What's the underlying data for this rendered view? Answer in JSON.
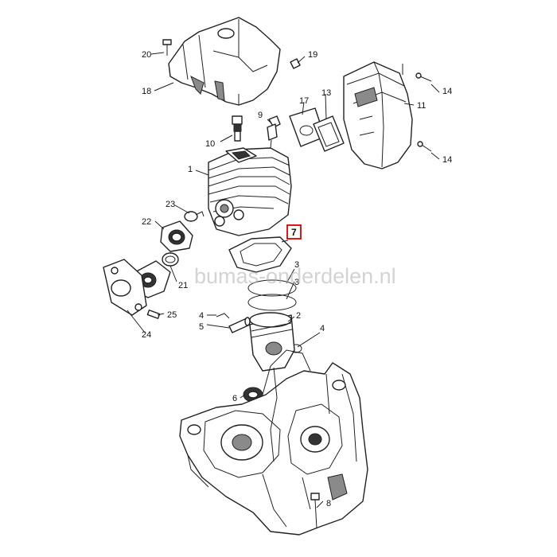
{
  "watermark": "bumas-onderdelen.nl",
  "highlight": {
    "color": "#d40000",
    "label": "7"
  },
  "callouts": [
    "20",
    "19",
    "18",
    "13",
    "17",
    "14",
    "11",
    "9",
    "10",
    "14",
    "1",
    "23",
    "22",
    "7",
    "3",
    "21",
    "25",
    "24",
    "4",
    "2",
    "5",
    "4",
    "6",
    "8"
  ]
}
